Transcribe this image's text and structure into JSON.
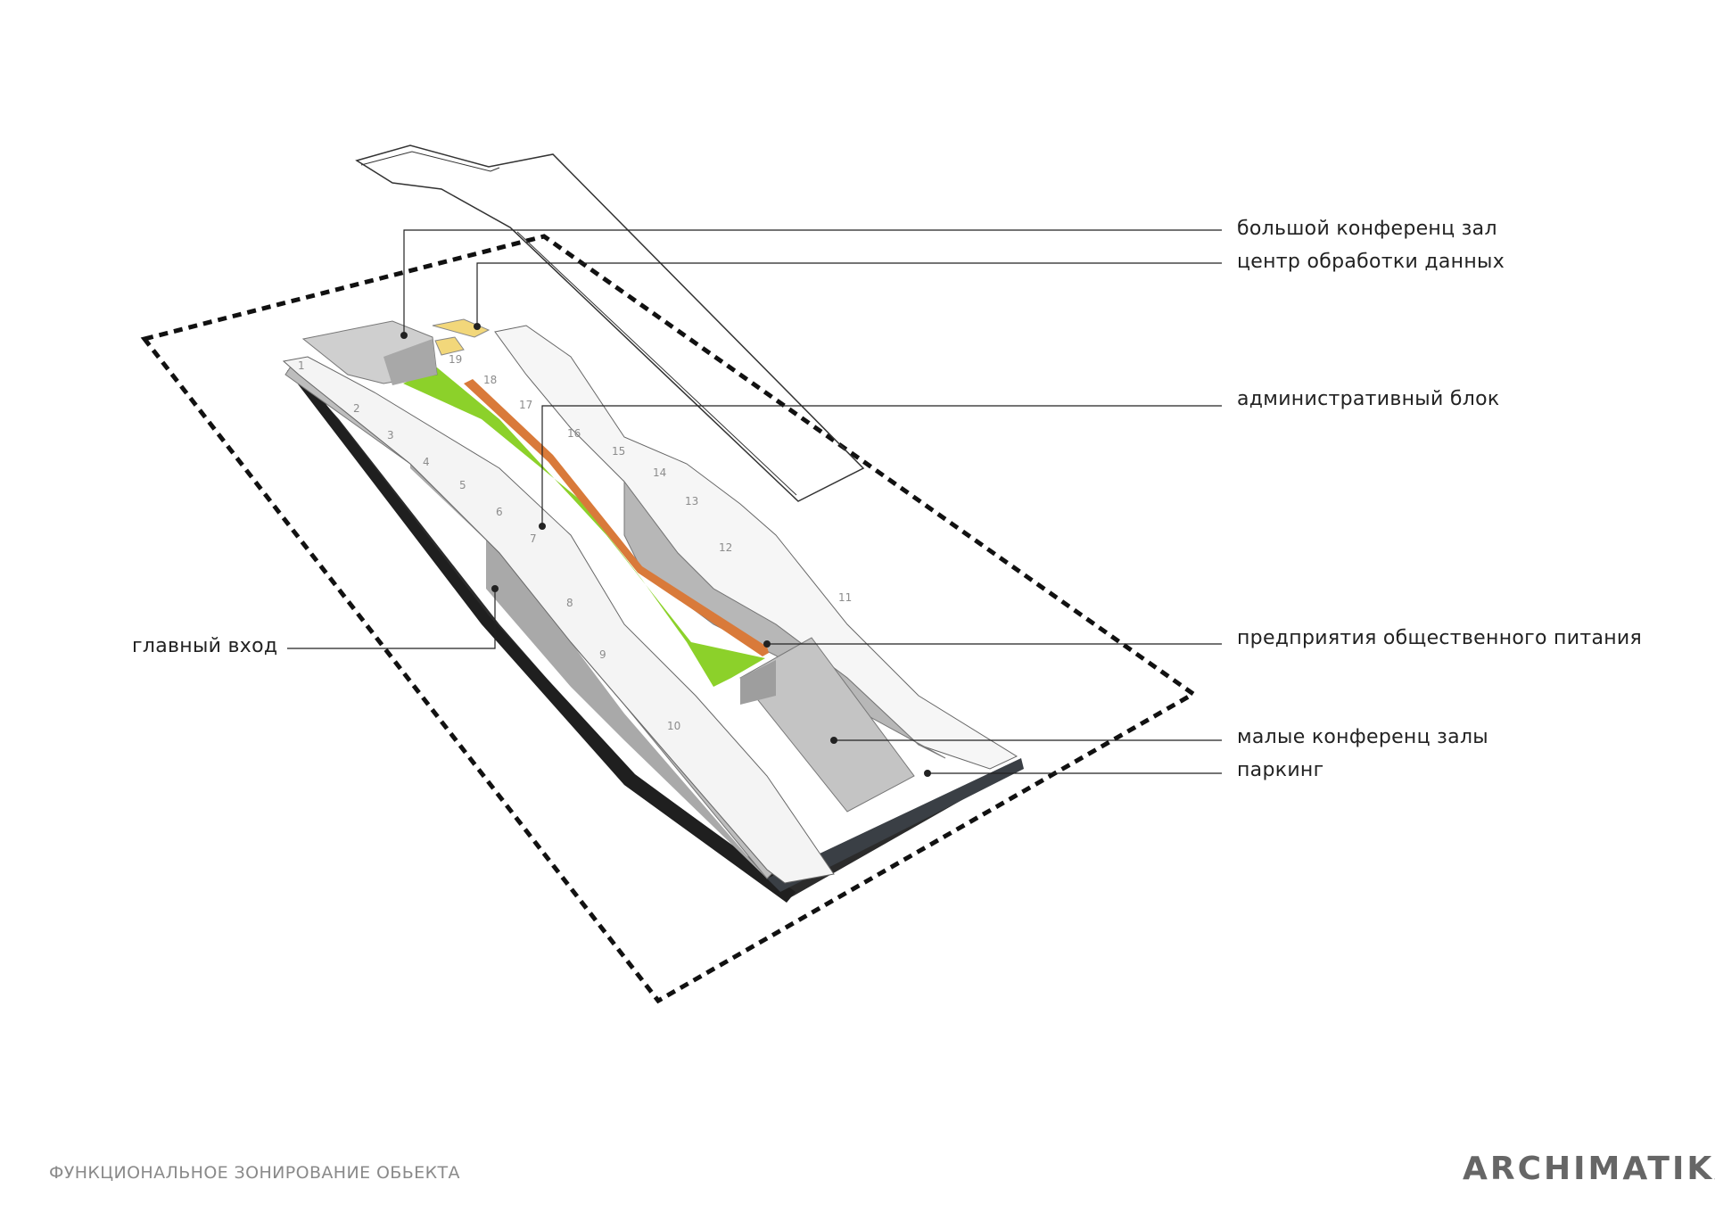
{
  "labels": {
    "big_conference_hall": "большой конференц зал",
    "data_center": "центр обработки данных",
    "admin_block": "административный блок",
    "catering": "предприятия общественного питания",
    "small_conference_halls": "малые конференц залы",
    "parking": "паркинг",
    "main_entrance": "главный вход"
  },
  "footer": {
    "caption": "ФУНКЦИОНАЛЬНОЕ ЗОНИРОВАНИЕ ОБЬЕКТА"
  },
  "logo": {
    "text": "ARCHIMATIKA"
  },
  "section_numbers": [
    "1",
    "2",
    "3",
    "4",
    "5",
    "6",
    "7",
    "8",
    "9",
    "10",
    "11",
    "12",
    "13",
    "14",
    "15",
    "16",
    "17",
    "18",
    "19"
  ],
  "colors": {
    "green_zone": "#8cd12a",
    "orange_zone": "#d97a3a",
    "yellow_zone": "#f2d77a",
    "grey_block": "#c4c4c4",
    "shadow": "#2b2b2b",
    "base": "#3a3f45"
  }
}
